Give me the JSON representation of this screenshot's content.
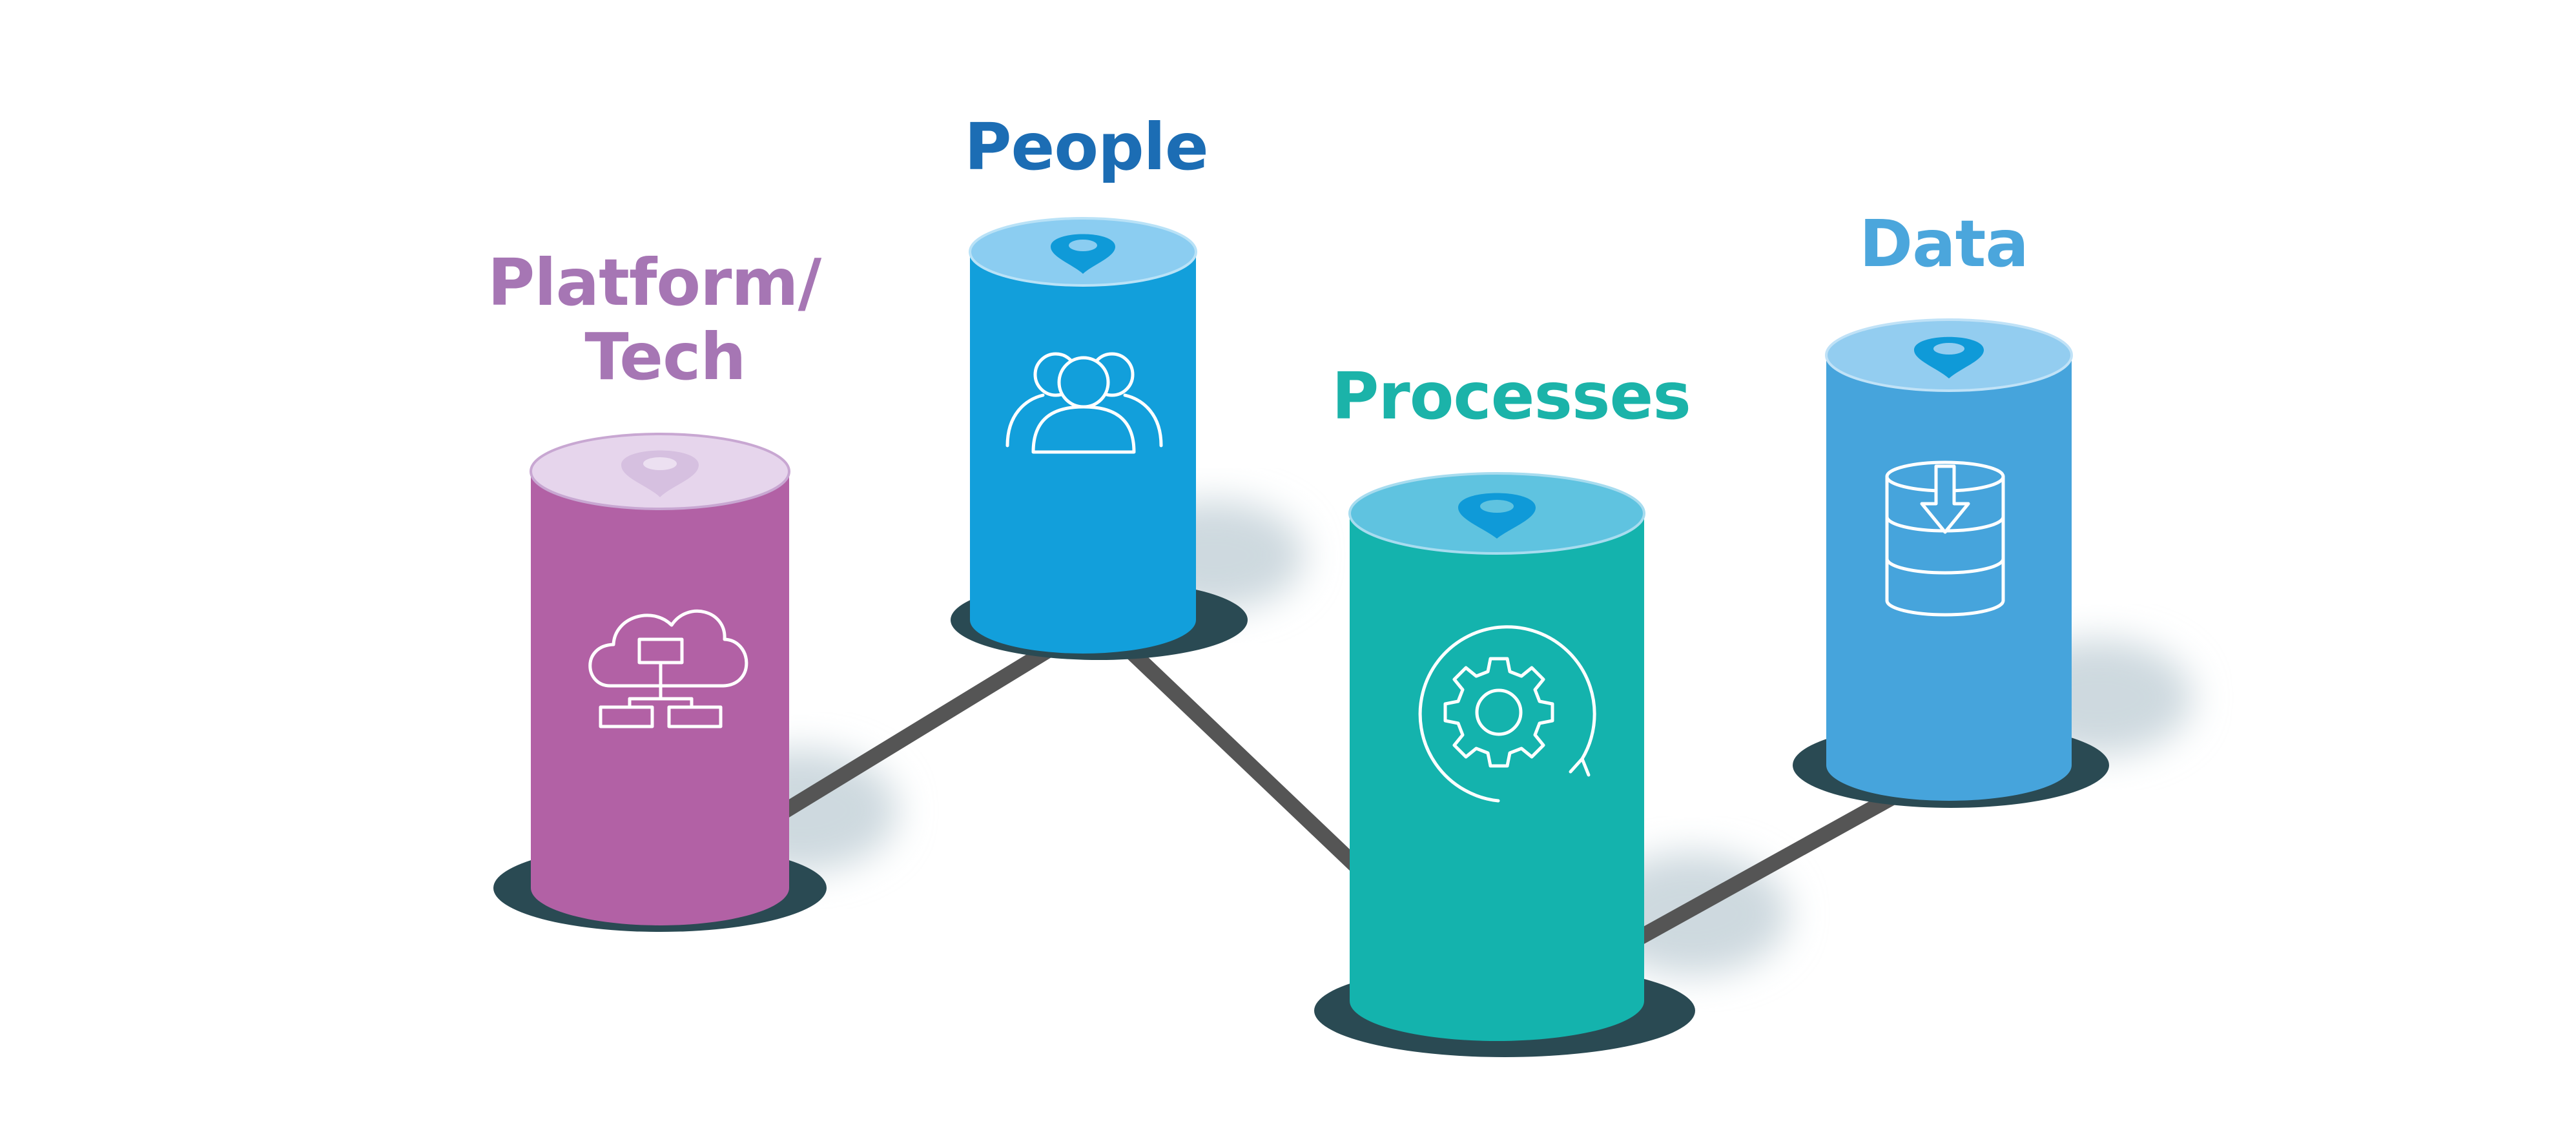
{
  "pillars": [
    {
      "label_lines": [
        "Platform/",
        "Tech"
      ],
      "icon": "cloud-network-icon",
      "color": "#b261a5",
      "top_color": "#e6d5ec",
      "marker_color": "#d6c0e0",
      "label_color": "#a676b4"
    },
    {
      "label_lines": [
        "People"
      ],
      "icon": "people-group-icon",
      "color": "#129fdb",
      "top_color": "#8bcdf1",
      "marker_color": "#0f9ad8",
      "label_color": "#1c6db4"
    },
    {
      "label_lines": [
        "Processes"
      ],
      "icon": "gear-cycle-icon",
      "color": "#14b3ad",
      "top_color": "#5fc3e0",
      "marker_color": "#0f9ad8",
      "label_color": "#1bb3a9"
    },
    {
      "label_lines": [
        "Data"
      ],
      "icon": "database-download-icon",
      "color": "#46a4dc",
      "top_color": "#93cdf0",
      "marker_color": "#0f9ad8",
      "label_color": "#4ba6dc"
    }
  ],
  "colors": {
    "connector": "#555555",
    "base_shadow": "#2a4a53",
    "cast_shadow": "#ced9df"
  }
}
